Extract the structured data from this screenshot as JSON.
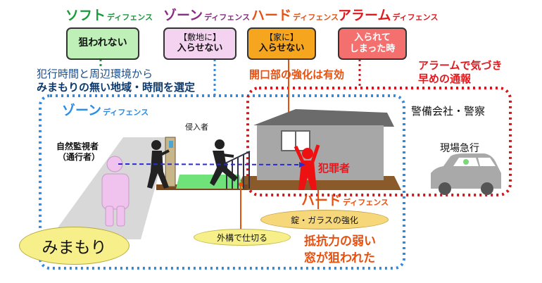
{
  "categories": [
    {
      "title": "ソフト",
      "suffix": "ディフェンス",
      "color": "#1a9a3a",
      "box_lines": [
        "狙われない"
      ],
      "box_fill": "#bff0b8"
    },
    {
      "title": "ゾーン",
      "suffix": "ディフェンス",
      "color": "#8c2b86",
      "box_lines": [
        "【敷地に】",
        "入らせない"
      ],
      "box_fill": "#f3d3f0"
    },
    {
      "title": "ハード",
      "suffix": "ディフェンス",
      "color": "#e85010",
      "box_lines": [
        "【家に】",
        "入らせない"
      ],
      "box_fill": "#f6a51f"
    },
    {
      "title": "アラーム",
      "suffix": "ディフェンス",
      "color": "#e0191f",
      "box_lines": [
        "入られて",
        "しまった時"
      ],
      "box_fill": "#f4706f"
    }
  ],
  "soft_note": [
    "犯行時間と周辺環境から",
    "みまもりの無い地域・時間を選定"
  ],
  "hard_note": "開口部の強化は有効",
  "alarm_note": [
    "アラームで気づき",
    "早めの通報"
  ],
  "zone_label": {
    "title": "ゾーン",
    "suffix": "ディフェンス"
  },
  "security_label": "警備会社・警察",
  "dispatch_label": "現場急行",
  "watcher_label": [
    "自然監視者",
    "（通行者）"
  ],
  "intruder_label": "侵入者",
  "criminal_label": "犯罪者",
  "hard_bottom": {
    "title": "ハード",
    "suffix": "ディフェンス"
  },
  "lock_label": "錠・ガラスの強化",
  "fence_label": "外構で仕切る",
  "mimamori_label": "みまもり",
  "weak_window": [
    "抵抗力の弱い",
    "窓が狙われた"
  ],
  "colors": {
    "zone_blue": "#2b8ce6",
    "alarm_red": "#d8131b",
    "orange": "#e85010",
    "yellow": "#f7f08a"
  }
}
